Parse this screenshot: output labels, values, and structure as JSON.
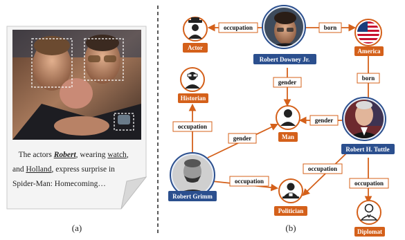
{
  "panel_a": {
    "caption": "(a)",
    "text_pre": "The actors ",
    "name_robert": "Robert",
    "text_mid1": ", wearing ",
    "word_watch": "watch",
    "text_mid2": ",",
    "text_line2_pre": "and ",
    "name_holland": "Holland",
    "text_line2_post": ", express surprise in",
    "text_line3": "Spider-Man: Homecoming…"
  },
  "panel_b": {
    "caption": "(b)",
    "entities": {
      "rdj": "Robert Downey Jr.",
      "tuttle": "Robert H. Tuttle",
      "grimm": "Robert Grimm",
      "actor": "Actor",
      "america": "America",
      "historian": "Historian",
      "man": "Man",
      "politician": "Politician",
      "diplomat": "Diplomat"
    },
    "relations": {
      "occupation": "occupation",
      "born": "born",
      "gender": "gender"
    }
  },
  "colors": {
    "orange": "#d4601a",
    "blue": "#2b4f8e",
    "edge": "#d4601a"
  }
}
